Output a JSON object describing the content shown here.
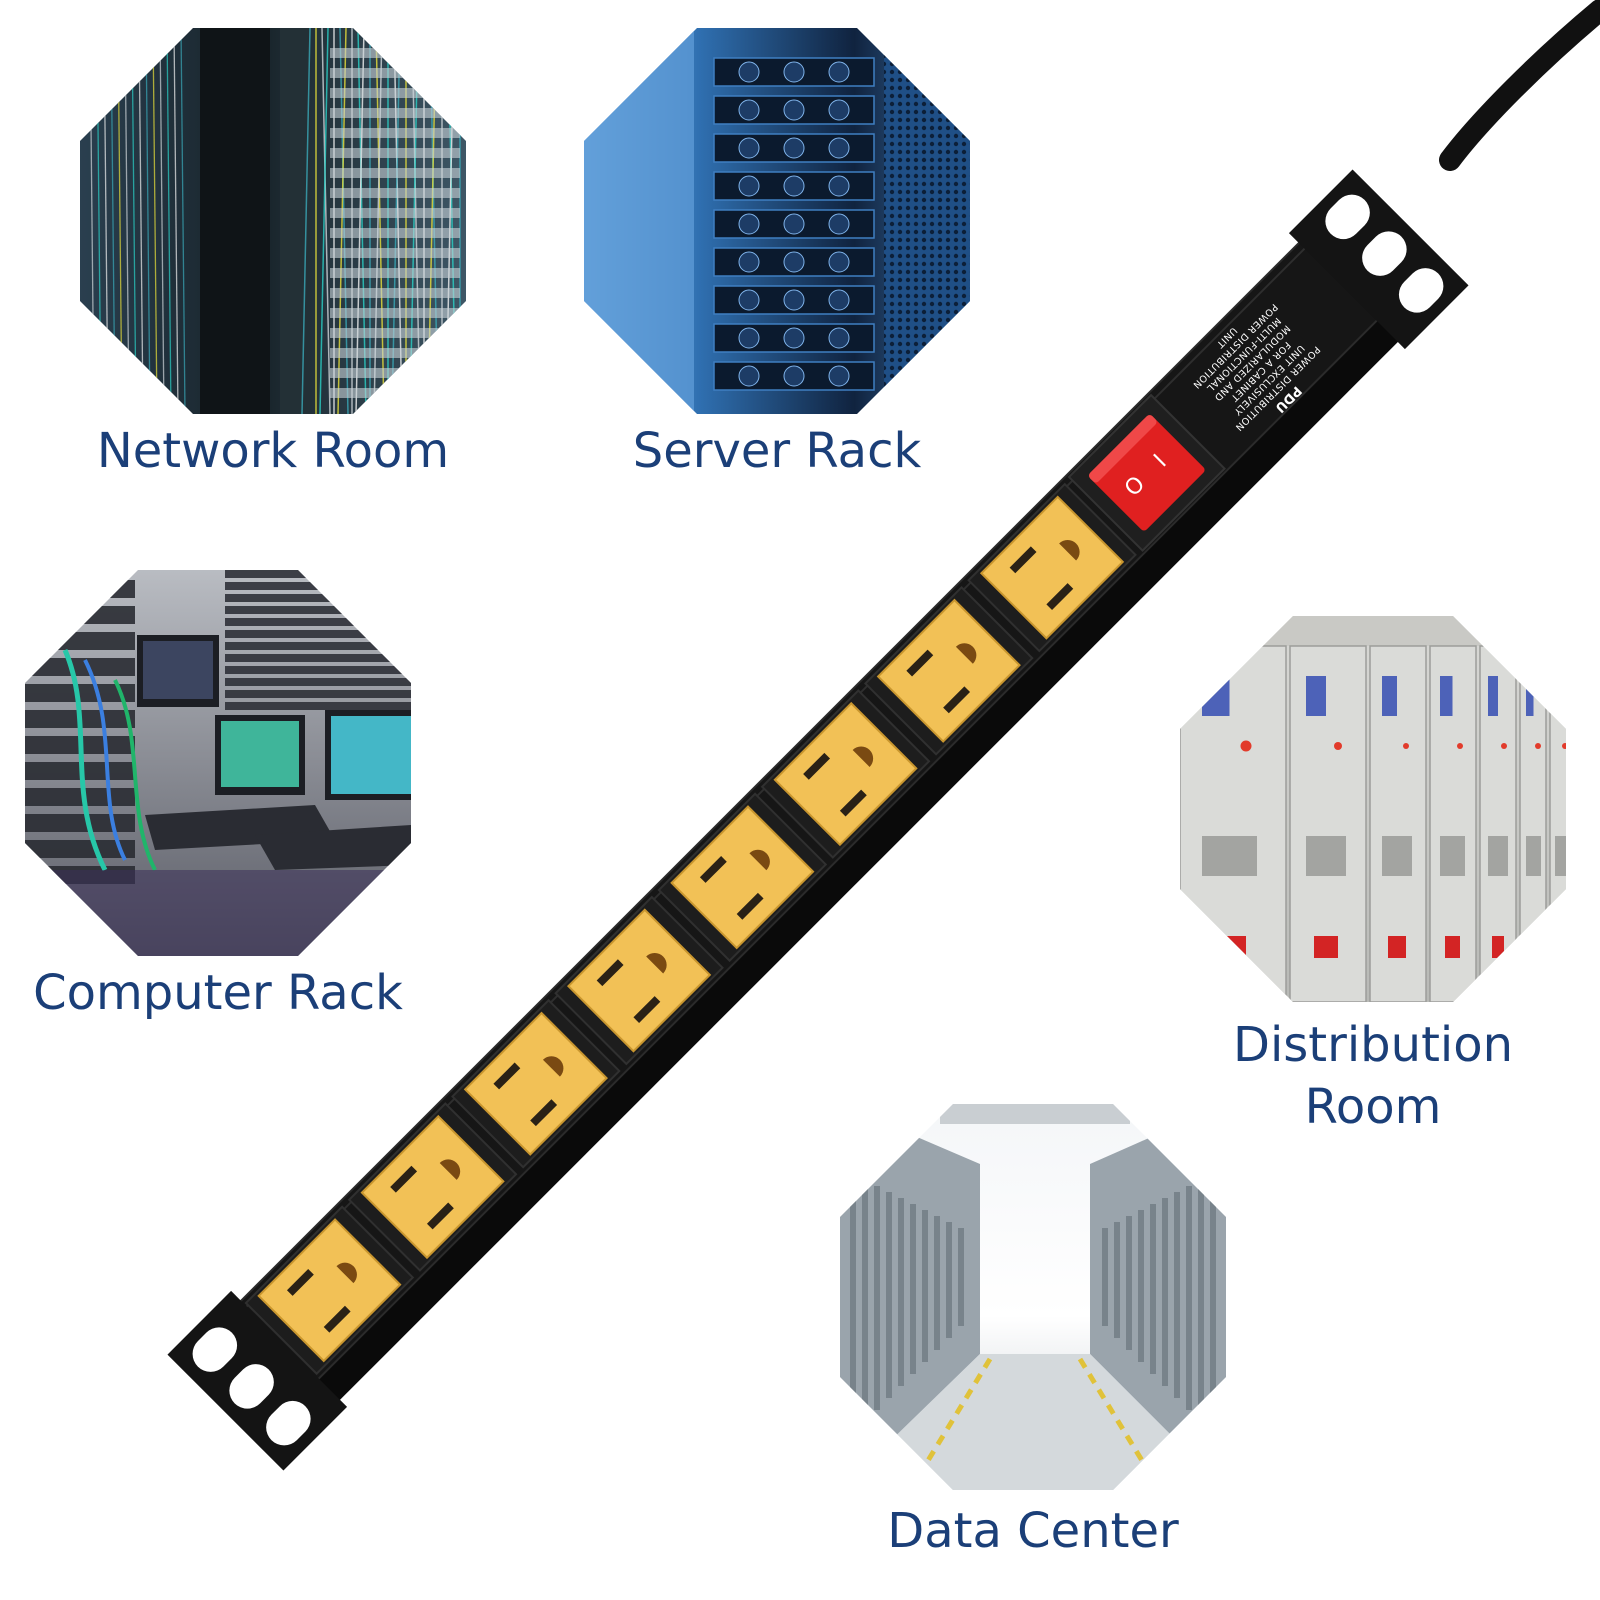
{
  "scenes": [
    {
      "id": "network-room",
      "caption": "Network Room"
    },
    {
      "id": "server-rack",
      "caption": "Server Rack"
    },
    {
      "id": "computer-rack",
      "caption": "Computer Rack"
    },
    {
      "id": "distribution-room",
      "caption_lines": [
        "Distribution",
        "Room"
      ]
    },
    {
      "id": "data-center",
      "caption": "Data Center"
    }
  ],
  "pdu": {
    "label_title": "PDU",
    "label_lines": [
      "POWER DISTRIBUTION",
      "UNIT EXCLUSIVELY",
      "FOR A CABINET",
      "MODULARIZED AND",
      "MULTI-FUNCTIONAL",
      "POWER DISTRIBUTION",
      "UNIT"
    ],
    "switch_on_glyph": "I",
    "switch_off_glyph": "O",
    "outlet_count": 8
  },
  "colors": {
    "caption": "#1b3f78",
    "outlet": "#f2c156",
    "switch": "#e02020",
    "strip": "#141414"
  }
}
